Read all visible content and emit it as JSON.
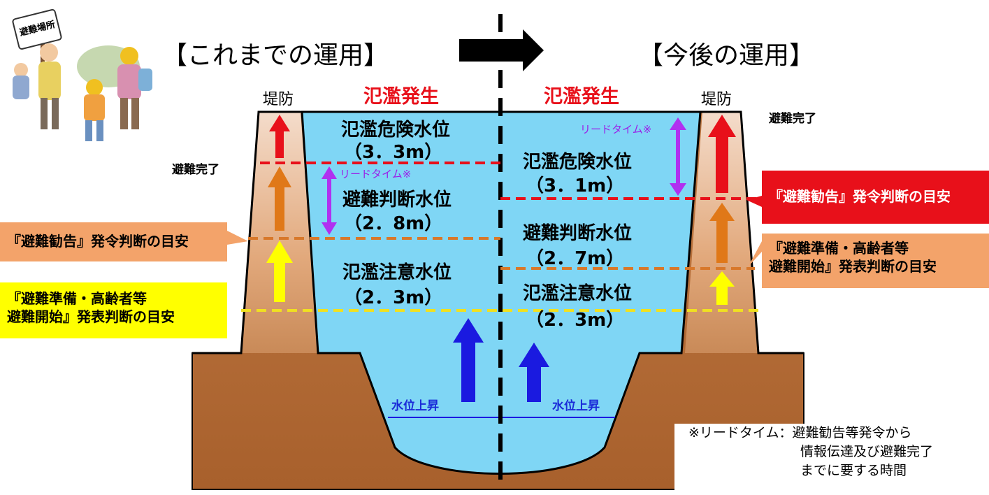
{
  "illustration": {
    "sign_text": "避難場所"
  },
  "headings": {
    "current": "【これまでの運用】",
    "future": "【今後の運用】"
  },
  "flood_label": "氾濫発生",
  "dike_label": "堤防",
  "evac_done": "避難完了",
  "left_levels": {
    "danger_name": "氾濫危険水位",
    "danger_value": "（3．3m）",
    "judge_name": "避難判断水位",
    "judge_value": "（2．8m）",
    "caution_name": "氾濫注意水位",
    "caution_value": "（2．3m）"
  },
  "right_levels": {
    "danger_name": "氾濫危険水位",
    "danger_value": "（3．1m）",
    "judge_name": "避難判断水位",
    "judge_value": "（2．7m）",
    "caution_name": "氾濫注意水位",
    "caution_value": "（2．3m）"
  },
  "lead_time": "リードタイム※",
  "water_rise": "水位上昇",
  "callouts": {
    "left_kankoku": "『避難勧告』発令判断の目安",
    "left_junbi_1": "『避難準備・高齢者等",
    "left_junbi_2": "避難開始』発表判断の目安",
    "right_kankoku": "『避難勧告』発令判断の目安",
    "right_junbi_1": "『避難準備・高齢者等",
    "right_junbi_2": "避難開始』発表判断の目安"
  },
  "footnote": {
    "line1": "※リードタイム：避難勧告等発令から",
    "line2": "情報伝達及び避難完了",
    "line3": "までに要する時間"
  },
  "colors": {
    "water": "#7fd6f5",
    "ground": "#b5703a",
    "ground_light": "#e8bc97",
    "flood_text": "#e8101a",
    "danger_line": "#e8101a",
    "judge_line": "#d8782a",
    "caution_line": "#f0e020",
    "lead_arrow": "#b030f0",
    "rise_arrow": "#1a1ae0",
    "kankoku_box": "#f3a36a",
    "junbi_box": "#ffff00",
    "right_red_box": "#e8101a"
  }
}
